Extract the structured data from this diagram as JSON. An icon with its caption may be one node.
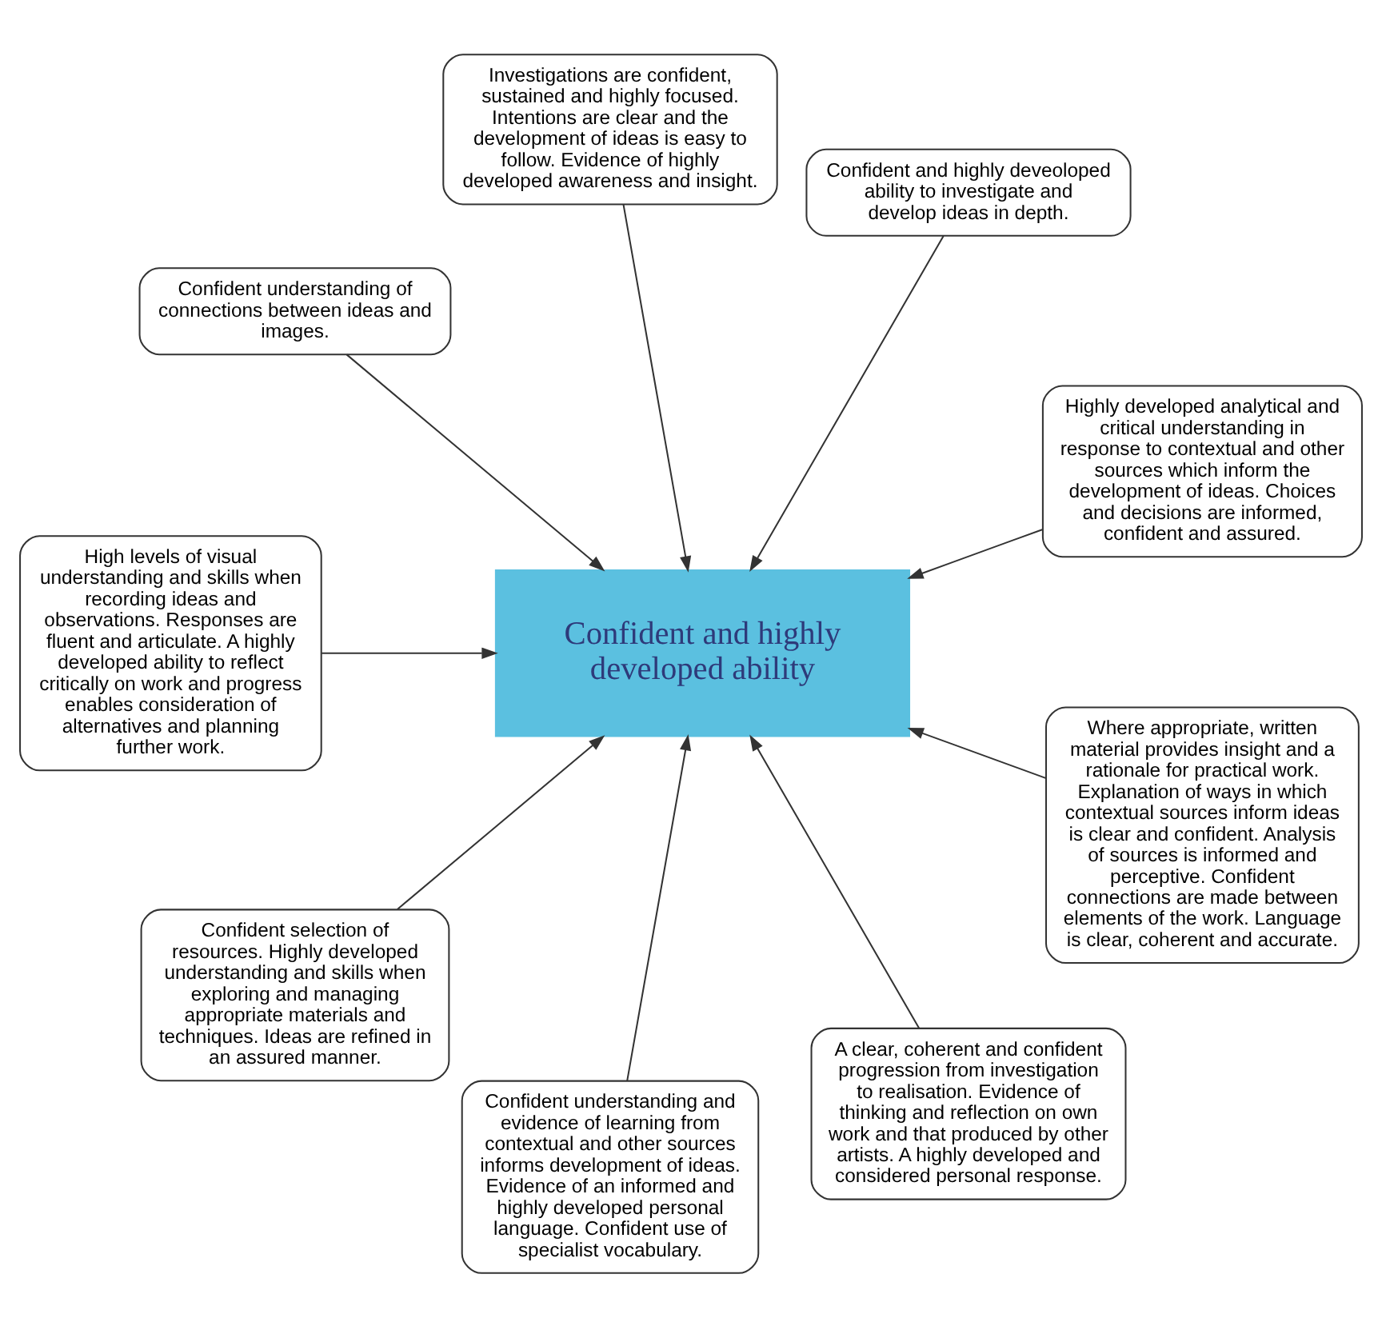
{
  "diagram": {
    "nodes": [
      {
        "text": [
          "Highly developed analytical and critical understanding in response to contextual and other sources which inform the development of ideas. Choices and decisions are informed, confident and assured."
        ]
      },
      {
        "text": [
          "Confident and highly deveoloped ability to investigate and develop ideas in depth."
        ]
      },
      {
        "text": [
          "Investigations are confident, sustained and highly focused. Intentions are clear and the development of ideas is easy to follow. Evidence of highly developed awareness and insight."
        ]
      },
      {
        "text": [
          "Confident understanding of connections between ideas and images."
        ]
      },
      {
        "text": [
          "Confident and highly developed ability"
        ]
      },
      {
        "text": [
          "High levels of visual understanding and skills when recording ideas and observations. Responses are fluent and articulate. A highly developed ability to reflect critically on work and progress enables consideration of alternatives and planning further work."
        ]
      },
      {
        "text": [
          "Confident selection of resources. Highly developed understanding and skills when exploring and managing appropriate materials and techniques. Ideas are refined in an assured manner."
        ]
      },
      {
        "text": [
          "Confident understanding and evidence of learning from contextual and other sources informs development of ideas. Evidence of an informed and highly developed personal language. Confident use of specialist vocabulary."
        ]
      },
      {
        "text": [
          "A clear, coherent and confident progression from investigation to realisation. Evidence of thinking and reflection on own work and that produced by other artists. A highly developed and considered personal response."
        ]
      },
      {
        "text": [
          "Where appropriate, written material provides insight and a rationale for practical work. Explanation of ways in which contextual sources inform ideas is clear and confident. Analysis of sources is informed and perceptive. Confident connections are made between elements of the work. Language is clear, coherent and accurate."
        ]
      }
    ],
    "edges": [
      {
        "from": 0,
        "to": 4,
        "arrow": "to"
      },
      {
        "from": 1,
        "to": 4,
        "arrow": "to"
      },
      {
        "from": 2,
        "to": 4,
        "arrow": "to"
      },
      {
        "from": 3,
        "to": 4,
        "arrow": "to"
      },
      {
        "from": 5,
        "to": 4,
        "arrow": "to"
      },
      {
        "from": 6,
        "to": 4,
        "arrow": "to"
      },
      {
        "from": 7,
        "to": 4,
        "arrow": "to"
      },
      {
        "from": 8,
        "to": 4,
        "arrow": "to"
      },
      {
        "from": 9,
        "to": 4,
        "arrow": "to"
      }
    ]
  }
}
